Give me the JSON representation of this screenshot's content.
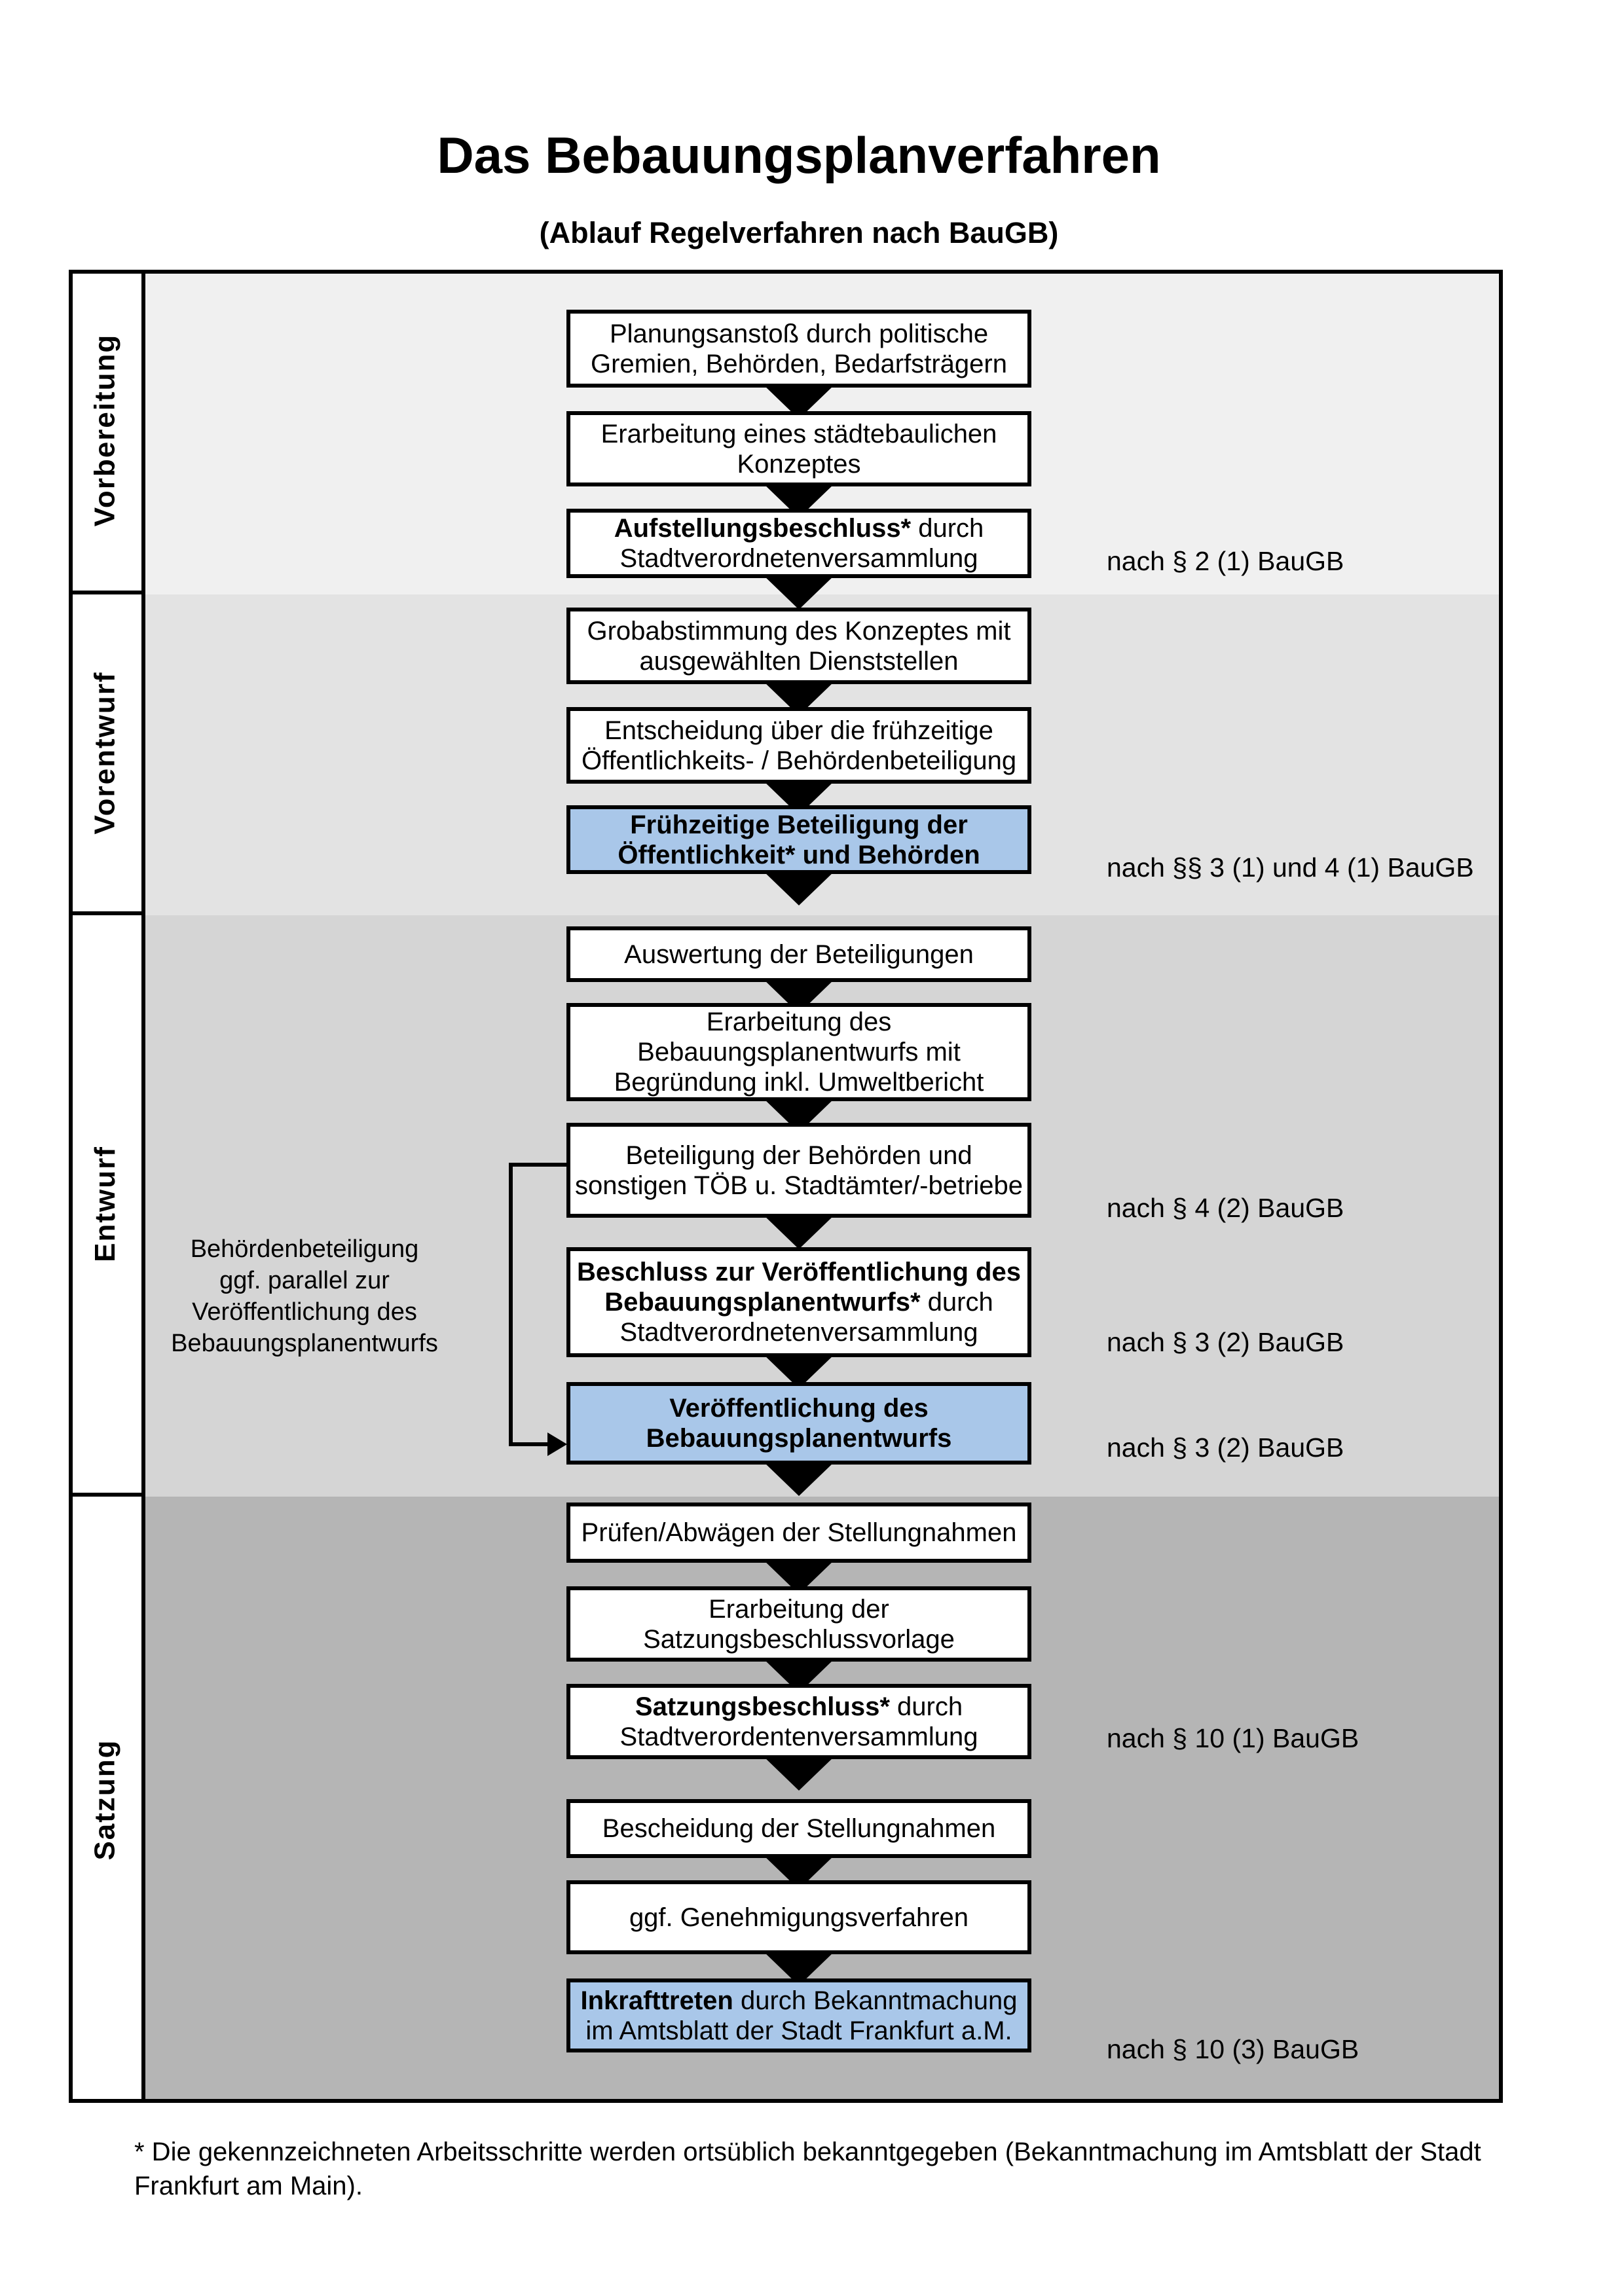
{
  "title": "Das Bebauungsplanverfahren",
  "subtitle": "(Ablauf Regelverfahren nach BauGB)",
  "sections": [
    {
      "id": "vorbereitung",
      "label": "Vorbereitung"
    },
    {
      "id": "vorentwurf",
      "label": "Vorentwurf"
    },
    {
      "id": "entwurf",
      "label": "Entwurf"
    },
    {
      "id": "satzung",
      "label": "Satzung"
    }
  ],
  "steps": [
    {
      "id": "planungsanstoss",
      "section": "vorbereitung",
      "style": "white",
      "lines": [
        [
          {
            "t": "Planungsanstoß durch politische"
          }
        ],
        [
          {
            "t": "Gremien, Behörden, Bedarfsträgern"
          }
        ]
      ]
    },
    {
      "id": "staedtebauliches_konzept",
      "section": "vorbereitung",
      "style": "white",
      "lines": [
        [
          {
            "t": "Erarbeitung eines städtebaulichen"
          }
        ],
        [
          {
            "t": "Konzeptes"
          }
        ]
      ]
    },
    {
      "id": "aufstellungsbeschluss",
      "section": "vorbereitung",
      "style": "white",
      "lines": [
        [
          {
            "t": "Aufstellungsbeschluss*",
            "b": true
          },
          {
            "t": " durch"
          }
        ],
        [
          {
            "t": "Stadtverordnetenversammlung"
          }
        ]
      ]
    },
    {
      "id": "grobabstimmung",
      "section": "vorentwurf",
      "style": "white",
      "lines": [
        [
          {
            "t": "Grobabstimmung des Konzeptes mit"
          }
        ],
        [
          {
            "t": "ausgewählten Dienststellen"
          }
        ]
      ]
    },
    {
      "id": "entscheidung_beteiligung",
      "section": "vorentwurf",
      "style": "white",
      "lines": [
        [
          {
            "t": "Entscheidung über die frühzeitige"
          }
        ],
        [
          {
            "t": "Öffentlichkeits- / Behördenbeteiligung"
          }
        ]
      ]
    },
    {
      "id": "fruehzeitige_beteiligung",
      "section": "vorentwurf",
      "style": "blue",
      "lines": [
        [
          {
            "t": "Frühzeitige Beteiligung der",
            "b": true
          }
        ],
        [
          {
            "t": "Öffentlichkeit* und Behörden",
            "b": true
          }
        ]
      ]
    },
    {
      "id": "auswertung",
      "section": "entwurf",
      "style": "white",
      "lines": [
        [
          {
            "t": "Auswertung der Beteiligungen"
          }
        ]
      ]
    },
    {
      "id": "erarbeitung_entwurf",
      "section": "entwurf",
      "style": "white",
      "lines": [
        [
          {
            "t": "Erarbeitung des"
          }
        ],
        [
          {
            "t": "Bebauungsplanentwurfs mit"
          }
        ],
        [
          {
            "t": "Begründung inkl. Umweltbericht"
          }
        ]
      ]
    },
    {
      "id": "beteiligung_behoerden",
      "section": "entwurf",
      "style": "white",
      "lines": [
        [
          {
            "t": "Beteiligung der Behörden und"
          }
        ],
        [
          {
            "t": "sonstigen TÖB u. Stadtämter/-betriebe"
          }
        ]
      ]
    },
    {
      "id": "beschluss_veroeffentlichung",
      "section": "entwurf",
      "style": "white",
      "lines": [
        [
          {
            "t": "Beschluss zur Veröffentlichung des",
            "b": true
          }
        ],
        [
          {
            "t": "Bebauungsplanentwurfs*",
            "b": true
          },
          {
            "t": " durch"
          }
        ],
        [
          {
            "t": "Stadtverordnetenversammlung"
          }
        ]
      ]
    },
    {
      "id": "veroeffentlichung",
      "section": "entwurf",
      "style": "blue",
      "lines": [
        [
          {
            "t": "Veröffentlichung des",
            "b": true
          }
        ],
        [
          {
            "t": "Bebauungsplanentwurfs",
            "b": true
          }
        ]
      ]
    },
    {
      "id": "pruefen_abwaegen",
      "section": "satzung",
      "style": "white",
      "lines": [
        [
          {
            "t": "Prüfen/Abwägen der Stellungnahmen"
          }
        ]
      ]
    },
    {
      "id": "satzungsbeschlussvorlage",
      "section": "satzung",
      "style": "white",
      "lines": [
        [
          {
            "t": "Erarbeitung der"
          }
        ],
        [
          {
            "t": "Satzungsbeschlussvorlage"
          }
        ]
      ]
    },
    {
      "id": "satzungsbeschluss",
      "section": "satzung",
      "style": "white",
      "lines": [
        [
          {
            "t": "Satzungsbeschluss*",
            "b": true
          },
          {
            "t": " durch"
          }
        ],
        [
          {
            "t": "Stadtverordentenversammlung"
          }
        ]
      ]
    },
    {
      "id": "bescheidung",
      "section": "satzung",
      "style": "white",
      "lines": [
        [
          {
            "t": "Bescheidung der Stellungnahmen"
          }
        ]
      ]
    },
    {
      "id": "genehmigungsverfahren",
      "section": "satzung",
      "style": "white",
      "lines": [
        [
          {
            "t": "ggf. Genehmigungsverfahren"
          }
        ]
      ]
    },
    {
      "id": "inkrafttreten",
      "section": "satzung",
      "style": "blue",
      "lines": [
        [
          {
            "t": "Inkrafttreten",
            "b": true
          },
          {
            "t": " durch Bekanntmachung"
          }
        ],
        [
          {
            "t": "im Amtsblatt der Stadt Frankfurt a.M."
          }
        ]
      ]
    }
  ],
  "annotations": [
    {
      "step": "aufstellungsbeschluss",
      "text": "nach § 2 (1) BauGB"
    },
    {
      "step": "fruehzeitige_beteiligung",
      "text": "nach §§ 3 (1) und 4 (1) BauGB"
    },
    {
      "step": "beteiligung_behoerden",
      "text": "nach § 4 (2) BauGB"
    },
    {
      "step": "beschluss_veroeffentlichung",
      "text": "nach § 3 (2) BauGB"
    },
    {
      "step": "veroeffentlichung",
      "text": "nach § 3 (2) BauGB"
    },
    {
      "step": "satzungsbeschluss",
      "text": "nach § 10 (1) BauGB"
    },
    {
      "step": "inkrafttreten",
      "text": "nach § 10 (3) BauGB"
    }
  ],
  "side_note": {
    "lines": [
      "Behördenbeteiligung",
      "ggf. parallel zur",
      "Veröffentlichung des",
      "Bebauungsplanentwurfs"
    ]
  },
  "footnote": {
    "lines": [
      "* Die gekennzeichneten Arbeitsschritte werden ortsüblich bekanntgegeben (Bekanntmachung im Amtsblatt der Stadt",
      "Frankfurt am Main)."
    ]
  },
  "colors": {
    "section_vorbereitung": "#f0f0f0",
    "section_vorentwurf": "#e3e3e3",
    "section_entwurf": "#d5d5d5",
    "section_satzung": "#b5b5b5",
    "highlight_blue": "#a9c7e9",
    "border": "#000000",
    "label_bg": "#ffffff"
  }
}
